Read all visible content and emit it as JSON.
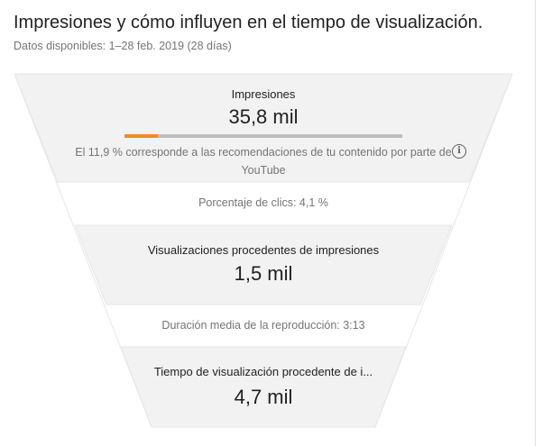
{
  "header": {
    "title": "Impresiones y cómo influyen en el tiempo de visualización.",
    "subtitle": "Datos disponibles: 1–28 feb. 2019 (28 días)"
  },
  "funnel": {
    "impressions": {
      "label": "Impresiones",
      "value": "35,8 mil",
      "recommendation_share": 0.119,
      "description": "El 11,9 % corresponde a las recomendaciones de tu contenido por parte de YouTube",
      "info_icon": "info-icon"
    },
    "ctr": {
      "label": "Porcentaje de clics: 4,1 %"
    },
    "views": {
      "label": "Visualizaciones procedentes de impresiones",
      "value": "1,5 mil"
    },
    "avg_duration": {
      "label": "Duración media de la reproducción: 3:13"
    },
    "watch_time": {
      "label": "Tiempo de visualización procedente de i...",
      "value": "4,7 mil"
    }
  },
  "colors": {
    "band": "#f2f2f2",
    "accent": "#f28b1c",
    "track": "#bdbdbd"
  }
}
